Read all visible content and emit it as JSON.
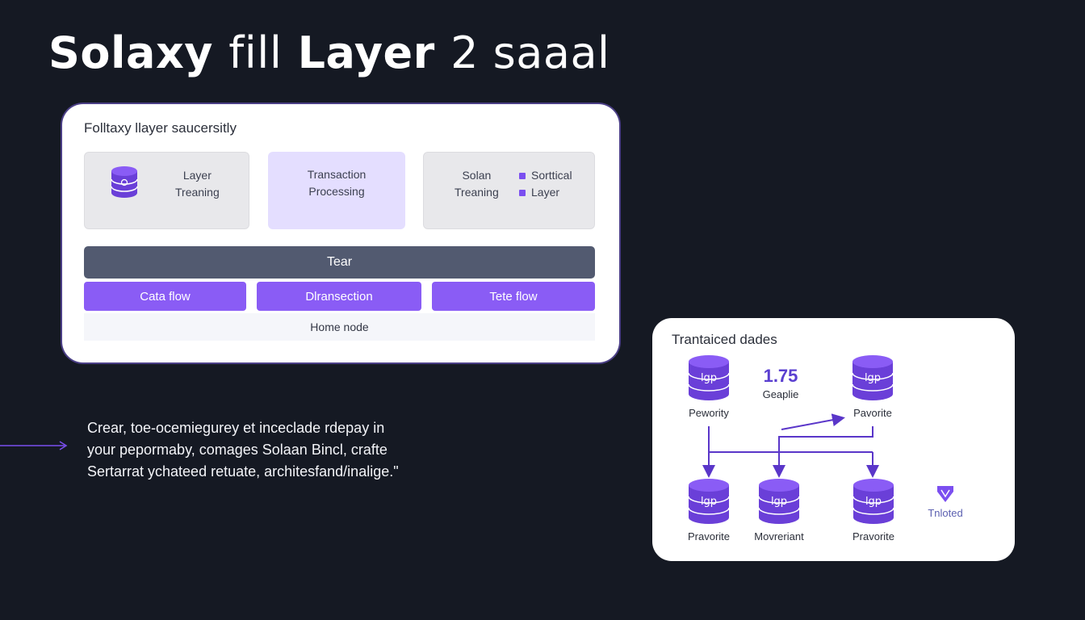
{
  "title": {
    "bold_a": "Solaxy",
    "light": "fill",
    "bold_b": "Layer",
    "rest": "2 saaal"
  },
  "top_panel": {
    "heading": "Folltaxy llayer saucersitly",
    "card_1": {
      "icon": "database-icon",
      "line1": "Layer",
      "line2": "Treaning"
    },
    "card_2": {
      "line1": "Transaction",
      "line2": "Processing"
    },
    "card_3": {
      "line1": "Solan",
      "line2": "Treaning",
      "legend": [
        "Sorttical",
        "Layer"
      ]
    },
    "bar_label": "Tear",
    "flows": [
      "Cata flow",
      "Dlransection",
      "Tete flow"
    ],
    "home_node": "Home node"
  },
  "paragraph": {
    "lines": [
      "Crear, toe-ocemiegurey et inceclade rdepay in",
      "your pepormaby, comages Solaan Bincl, crafte",
      "Sertarrat ychateed retuate, architesfand/inalige.\""
    ]
  },
  "right_panel": {
    "heading": "Trantaiced dades",
    "db_text": "lgp",
    "nodes": [
      {
        "label": "Pewority"
      },
      {
        "label": "Pavorite"
      },
      {
        "label": "Pravorite"
      },
      {
        "label": "Movreriant"
      },
      {
        "label": "Pravorite"
      }
    ],
    "metric": {
      "value": "1.75",
      "label": "Geaplie"
    },
    "extra": {
      "icon": "shield-icon",
      "label": "Tnloted"
    }
  },
  "colors": {
    "background": "#151923",
    "accent": "#8a5cf5",
    "deep_accent": "#6a3fd8",
    "bar": "#525a70"
  }
}
